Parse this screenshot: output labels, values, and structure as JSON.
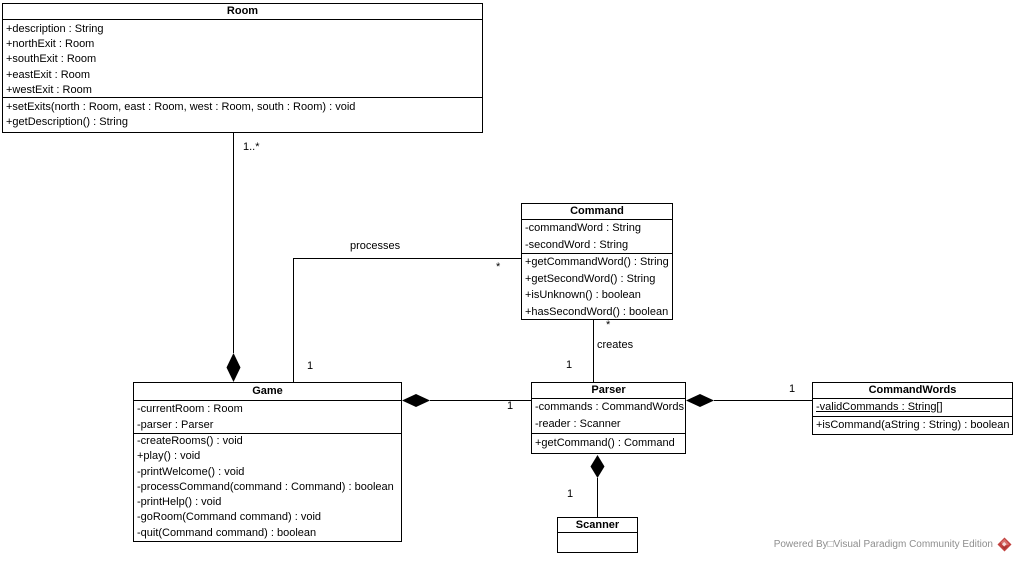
{
  "classes": {
    "room": {
      "name": "Room",
      "attributes": [
        "+description : String",
        "+northExit : Room",
        "+southExit : Room",
        "+eastExit : Room",
        "+westExit : Room"
      ],
      "methods": [
        "+setExits(north : Room, east : Room, west : Room, south : Room) : void",
        "+getDescription() : String"
      ]
    },
    "command": {
      "name": "Command",
      "attributes": [
        "-commandWord : String",
        "-secondWord : String"
      ],
      "methods": [
        "+getCommandWord() : String",
        "+getSecondWord() : String",
        "+isUnknown() : boolean",
        "+hasSecondWord() : boolean"
      ]
    },
    "game": {
      "name": "Game",
      "attributes": [
        "-currentRoom : Room",
        "-parser : Parser"
      ],
      "methods": [
        "-createRooms() : void",
        "+play() : void",
        "-printWelcome() : void",
        "-processCommand(command : Command) : boolean",
        "-printHelp() : void",
        "-goRoom(Command command) : void",
        "-quit(Command command) : boolean"
      ]
    },
    "parser": {
      "name": "Parser",
      "attributes": [
        "-commands : CommandWords",
        "-reader : Scanner"
      ],
      "methods": [
        "+getCommand() : Command"
      ]
    },
    "commandWords": {
      "name": "CommandWords",
      "attributes": [
        "-validCommands : String[]"
      ],
      "methods": [
        "+isCommand(aString : String) : boolean"
      ]
    },
    "scanner": {
      "name": "Scanner"
    }
  },
  "associations": {
    "roomGame": {
      "room_multiplicity": "1..*"
    },
    "gameCommand": {
      "label": "processes",
      "game_multiplicity": "1",
      "command_multiplicity": "*"
    },
    "commandParser": {
      "label": "creates",
      "command_multiplicity": "*",
      "parser_multiplicity": "1"
    },
    "gameParser": {
      "parser_multiplicity": "1"
    },
    "parserCommandWords": {
      "commandwords_multiplicity": "1"
    },
    "parserScanner": {
      "scanner_multiplicity": "1"
    }
  },
  "footer": {
    "text": "Powered By□Visual Paradigm Community Edition",
    "logo": "visual-paradigm-logo",
    "text_color": "#8e8e8e",
    "logo_color": "#c2413f"
  },
  "colors": {
    "line": "#000000",
    "background": "#ffffff"
  }
}
